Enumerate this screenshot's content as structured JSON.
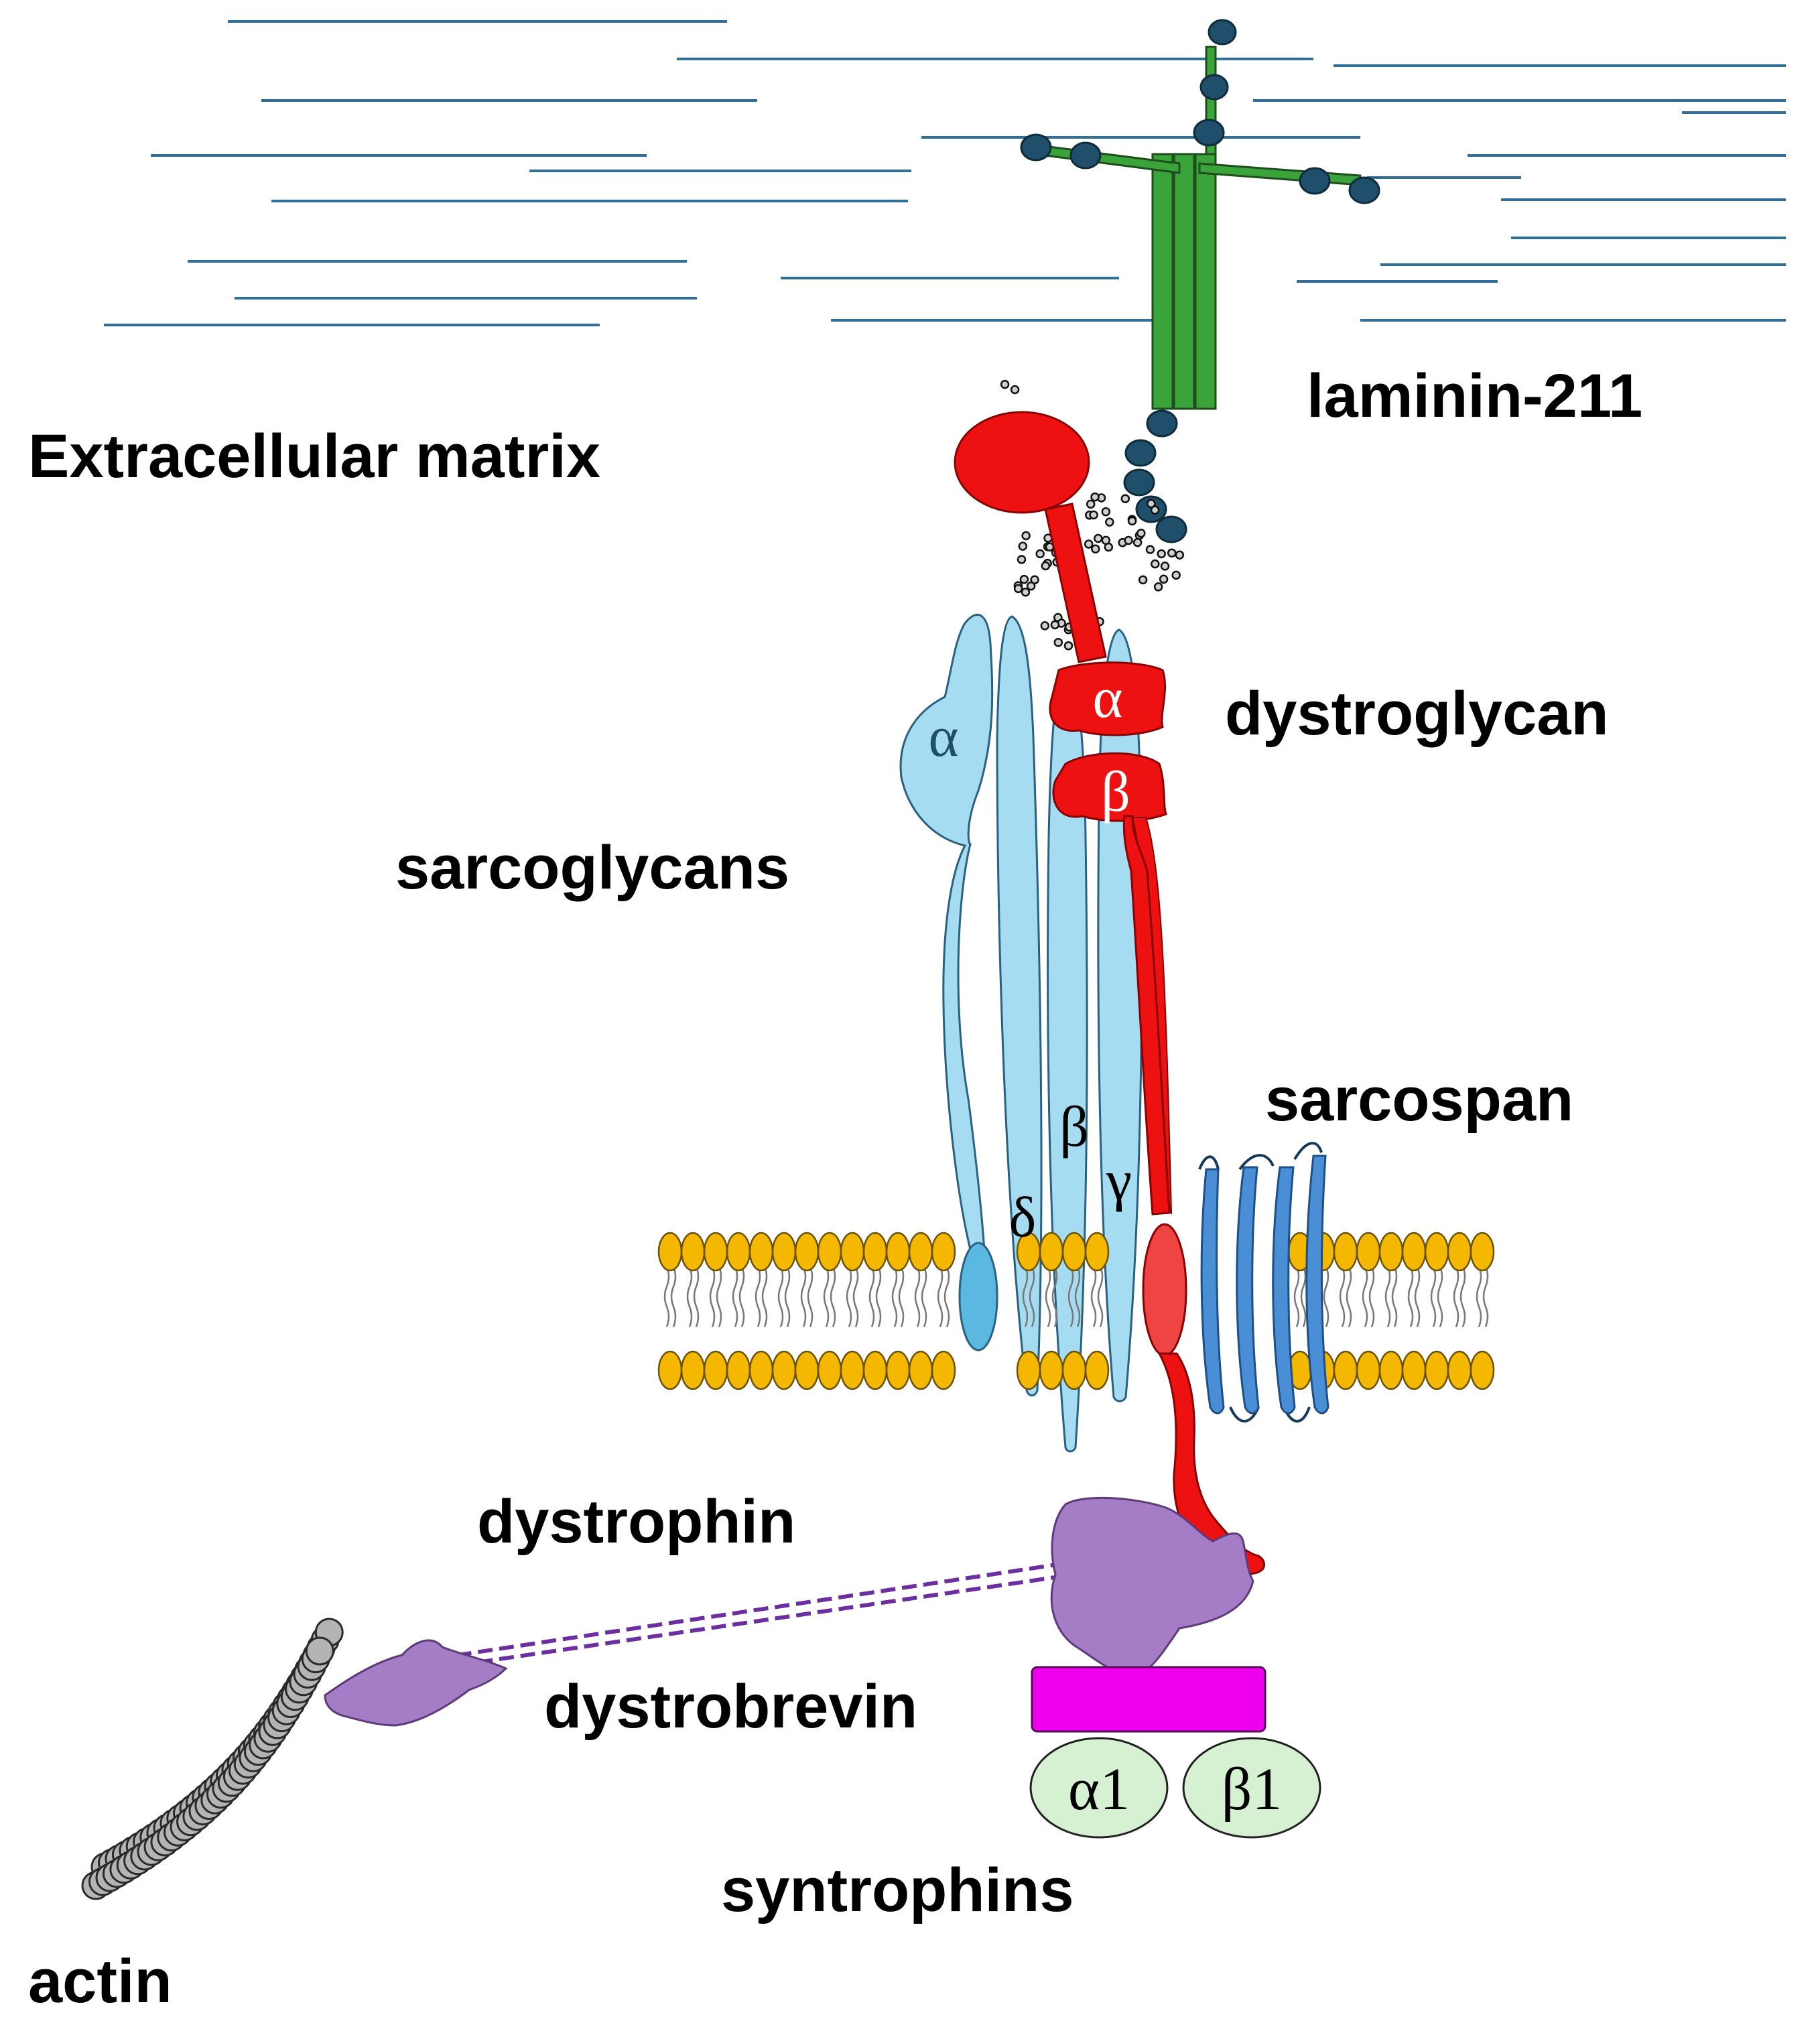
{
  "labels": {
    "extracellular_matrix": "Extracellular matrix",
    "laminin": "laminin-211",
    "dystroglycan": "dystroglycan",
    "sarcoglycans": "sarcoglycans",
    "sarcospan": "sarcospan",
    "dystrophin": "dystrophin",
    "dystrobrevin": "dystrobrevin",
    "syntrophins": "syntrophins",
    "actin": "actin"
  },
  "subunits": {
    "dystroglycan_alpha": "α",
    "dystroglycan_beta": "β",
    "sarcoglycan_alpha": "α",
    "sarcoglycan_delta": "δ",
    "sarcoglycan_beta": "β",
    "sarcoglycan_gamma": "γ",
    "syntrophin_alpha1": "α1",
    "syntrophin_beta1": "β1"
  },
  "colors": {
    "matrix_fibers": "#2f6f9a",
    "laminin_chains": "#3aa33a",
    "laminin_beads": "#1f4f6b",
    "dystroglycan": "#ee1111",
    "sarcoglycans": "#a6dcf2",
    "sarcospan": "#4a8fd6",
    "lipid_heads": "#f5b800",
    "dystrophin": "#a57cc6",
    "dystrobrevin": "#ee00ee",
    "syntrophins": "#d6f0d2",
    "actin": "#b0b0b0"
  }
}
